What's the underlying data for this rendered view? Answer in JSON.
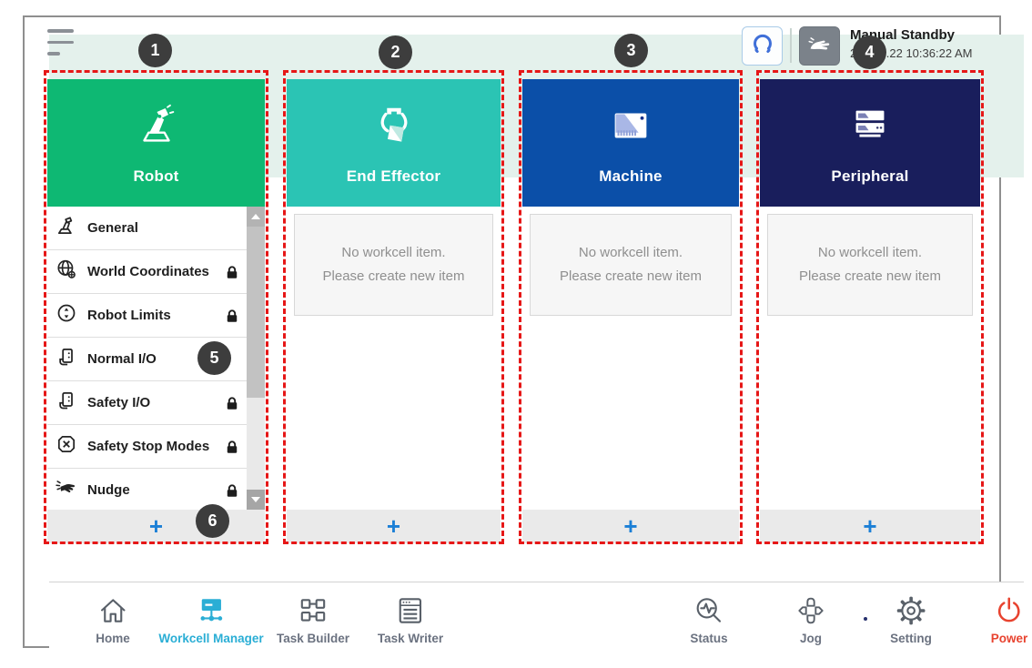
{
  "header": {
    "status_label": "Manual Standby",
    "status_datetime": "2022.2.22 10:36:22 AM",
    "gripper_button_icon": "gripper-icon",
    "hand_button_icon": "manual-hand-icon"
  },
  "callouts": [
    "1",
    "2",
    "3",
    "4",
    "5",
    "6"
  ],
  "columns": [
    {
      "label": "Robot",
      "color": "#0eb873",
      "icon": "robot-arm-icon",
      "add_label": "+",
      "items": [
        {
          "label": "General",
          "icon": "robot-arm-icon",
          "locked": false
        },
        {
          "label": "World Coordinates",
          "icon": "world-coordinates-icon",
          "locked": true
        },
        {
          "label": "Robot Limits",
          "icon": "robot-limits-icon",
          "locked": true
        },
        {
          "label": "Normal I/O",
          "icon": "io-icon",
          "locked": false
        },
        {
          "label": "Safety I/O",
          "icon": "io-icon",
          "locked": true
        },
        {
          "label": "Safety Stop Modes",
          "icon": "safety-stop-icon",
          "locked": true
        },
        {
          "label": "Nudge",
          "icon": "nudge-icon",
          "locked": true
        }
      ]
    },
    {
      "label": "End Effector",
      "color": "#2bc4b4",
      "icon": "gripper-box-icon",
      "add_label": "+",
      "empty_lines": [
        "No workcell item.",
        "Please create new item"
      ]
    },
    {
      "label": "Machine",
      "color": "#0b4fa8",
      "icon": "machine-icon",
      "add_label": "+",
      "empty_lines": [
        "No workcell item.",
        "Please create new item"
      ]
    },
    {
      "label": "Peripheral",
      "color": "#191e5c",
      "icon": "peripheral-icon",
      "add_label": "+",
      "empty_lines": [
        "No workcell item.",
        "Please create new item"
      ]
    }
  ],
  "nav": {
    "active_item": "Workcell Manager",
    "active_color": "#2aaed5",
    "power_color": "#e8432f",
    "items": [
      {
        "label": "Home",
        "icon": "home-icon"
      },
      {
        "label": "Workcell Manager",
        "icon": "workcell-manager-icon"
      },
      {
        "label": "Task Builder",
        "icon": "task-builder-icon"
      },
      {
        "label": "Task Writer",
        "icon": "task-writer-icon"
      },
      {
        "label": "Status",
        "icon": "status-icon"
      },
      {
        "label": "Jog",
        "icon": "jog-icon"
      },
      {
        "label": "Setting",
        "icon": "setting-icon"
      },
      {
        "label": "Power",
        "icon": "power-icon"
      }
    ]
  },
  "annotation": {
    "box_color": "#e61717",
    "badge_color": "#3d3d3d"
  }
}
